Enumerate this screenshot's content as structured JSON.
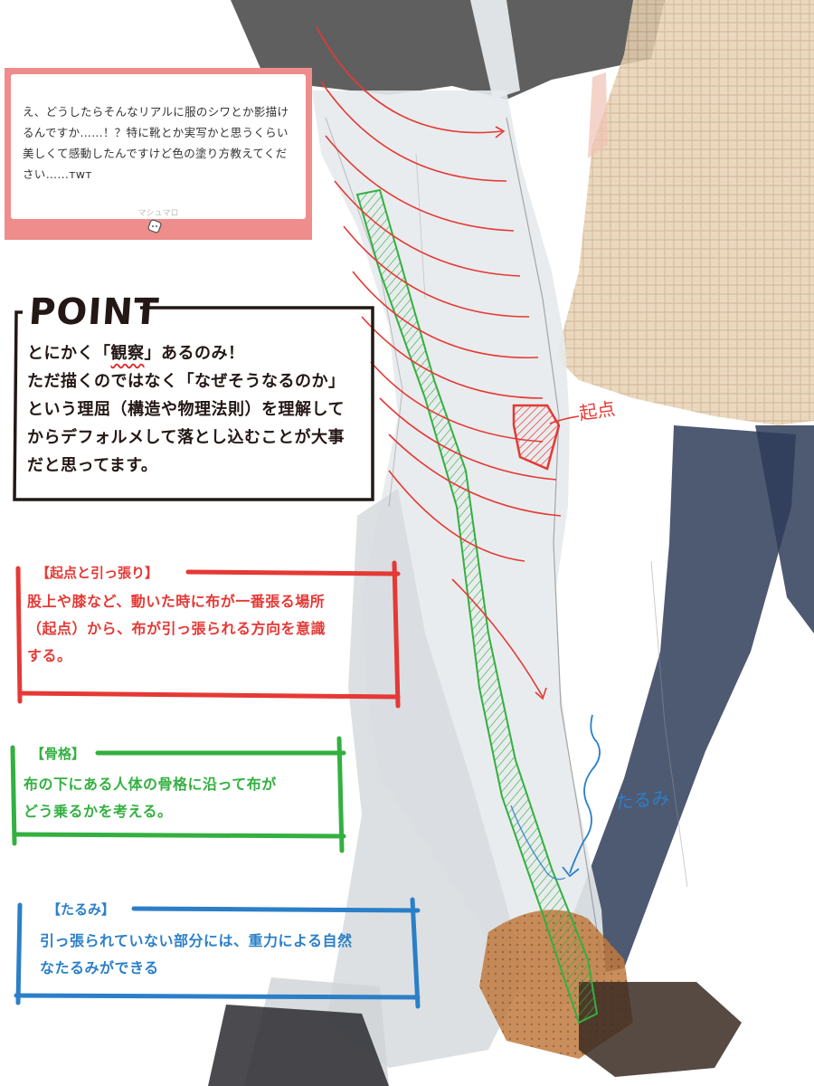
{
  "marshmallow": {
    "question": "え、どうしたらそんなリアルに服のシワとか影描けるんですか……！？特に靴とか実写かと思うくらい美しくて感動したんですけど色の塗り方教えてください……ᴛᴡᴛ",
    "brand": "マシュマロ"
  },
  "point": {
    "title": "POINT",
    "line1_prefix": "とにかく「",
    "line1_emph": "観察",
    "line1_suffix": "」あるのみ！",
    "body": "ただ描くのではなく「なぜそうなるのか」\nという理屈（構造や物理法則）を理解して\nからデフォルメして落とし込むことが大事\nだと思ってます。"
  },
  "notes": {
    "kiten": {
      "title": "【起点と引っ張り】",
      "body": "股上や膝など、動いた時に布が一番張る場所\n（起点）から、布が引っ張られる方向を意識\nする。"
    },
    "kokkaku": {
      "title": "【骨格】",
      "body": "布の下にある人体の骨格に沿って布が\nどう乗るかを考える。"
    },
    "tarumi": {
      "title": "【たるみ】",
      "body": "引っ張られていない部分には、重力による自然\nなたるみができる"
    }
  },
  "annotations": {
    "kiten_label": "起点",
    "tarumi_label": "たるみ"
  },
  "colors": {
    "red": "#e53935",
    "green": "#33b040",
    "blue": "#2b7fc8",
    "marshmallow_pink": "#ef8c8c"
  }
}
